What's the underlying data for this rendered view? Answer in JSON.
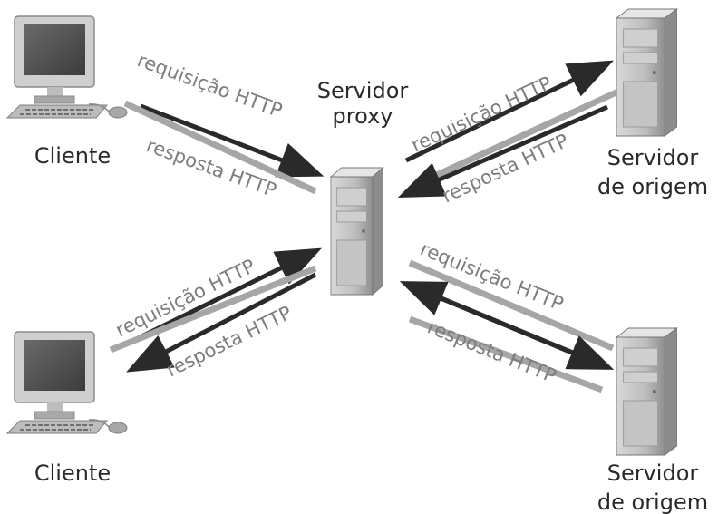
{
  "labels": {
    "proxy_line1": "Servidor",
    "proxy_line2": "proxy",
    "client_top": "Cliente",
    "client_bottom": "Cliente",
    "origin_top_line1": "Servidor",
    "origin_top_line2": "de origem",
    "origin_bottom_line1": "Servidor",
    "origin_bottom_line2": "de origem"
  },
  "arrows": {
    "request": "requisição HTTP",
    "response": "resposta HTTP"
  },
  "colors": {
    "request_arrow": "#2a2a2a",
    "response_arrow": "#a6a6a6",
    "text": "#2a2a2a",
    "arrow_text": "#7d7d7d"
  }
}
